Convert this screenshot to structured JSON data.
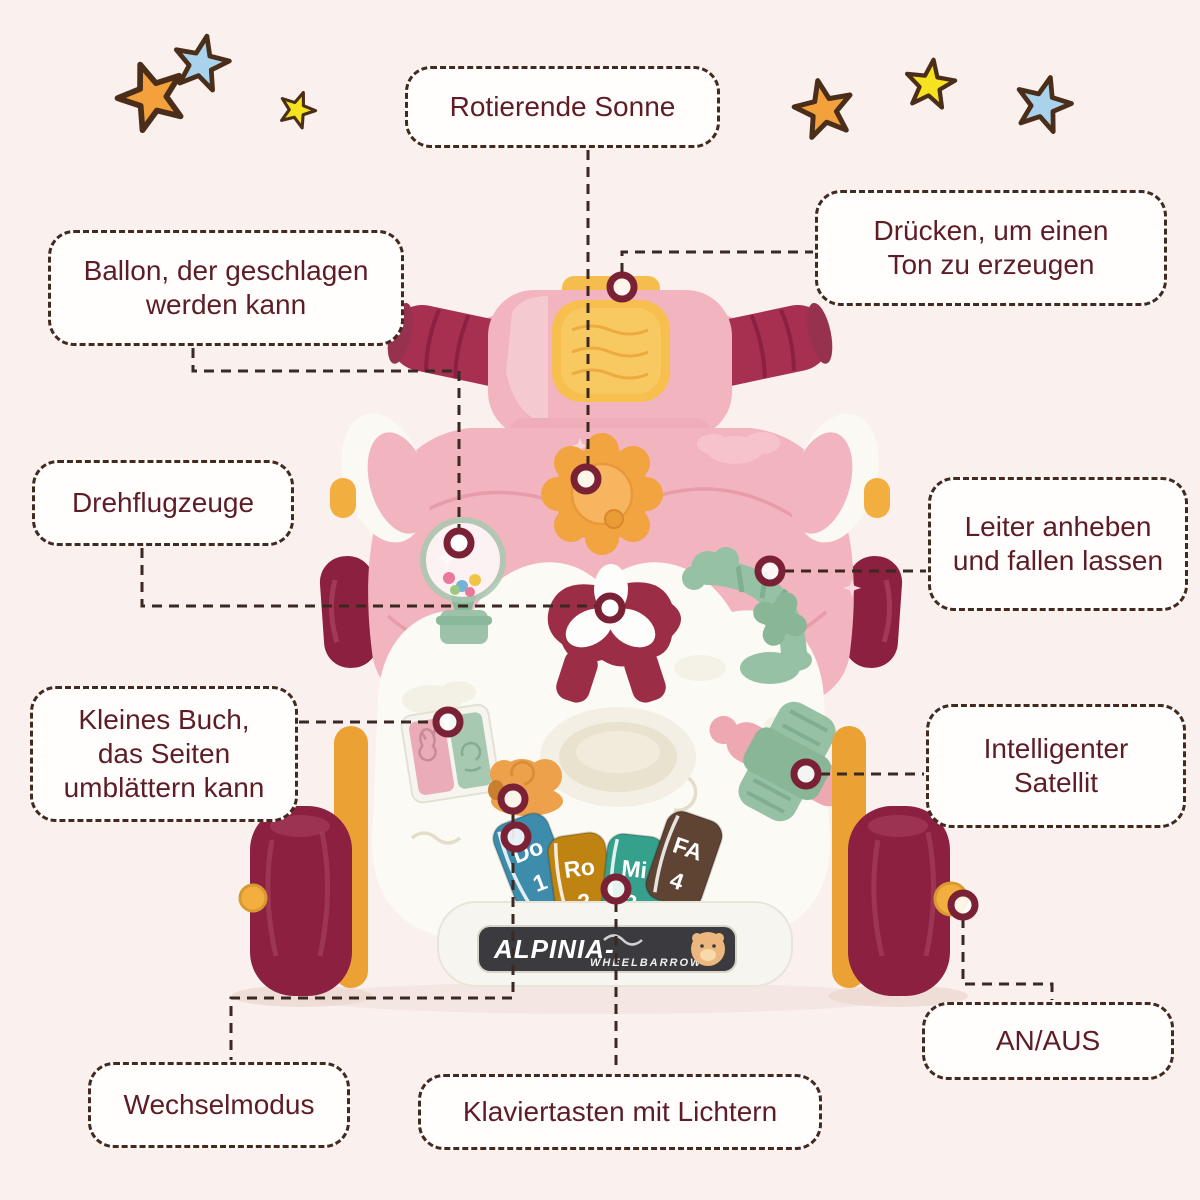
{
  "colors": {
    "background": "#faf1ee",
    "label_border": "#44291f",
    "label_text": "#5e1d26",
    "connector": "#3a2822",
    "ring": "#7b2136",
    "body_pink": "#f2b4be",
    "accent_maroon": "#9c2d47",
    "accent_yellow": "#f6bf4e",
    "accent_orange": "#f2a441",
    "accent_sage": "#97c1a4",
    "wheel_maroon": "#8c2040",
    "wheel_yellow": "#eca135"
  },
  "callouts": [
    {
      "id": "rotating-sun",
      "text": "Rotierende Sonne"
    },
    {
      "id": "press-tone",
      "text": "Drücken, um einen\nTon zu erzeugen"
    },
    {
      "id": "balloon",
      "text": "Ballon, der geschlagen\nwerden kann"
    },
    {
      "id": "rotor-planes",
      "text": "Drehflugzeuge"
    },
    {
      "id": "ladder",
      "text": "Leiter anheben\nund fallen lassen"
    },
    {
      "id": "small-book",
      "text": "Kleines Buch,\ndas Seiten\numblättern kann"
    },
    {
      "id": "satellite",
      "text": "Intelligenter\nSatellit"
    },
    {
      "id": "power",
      "text": "AN/AUS"
    },
    {
      "id": "mode",
      "text": "Wechselmodus"
    },
    {
      "id": "piano",
      "text": "Klaviertasten mit Lichtern"
    }
  ],
  "toy": {
    "brand": "ALPINIA-",
    "brand_sub": "WHEELBARROW",
    "piano_keys": [
      {
        "note": "Do",
        "num": "1",
        "color": "#3e8cab"
      },
      {
        "note": "Ro",
        "num": "2",
        "color": "#bf8312"
      },
      {
        "note": "Mi",
        "num": "3",
        "color": "#35a18c"
      },
      {
        "note": "FA",
        "num": "4",
        "color": "#5f4434"
      }
    ]
  },
  "decorations": {
    "stars": [
      {
        "name": "star-orange-left",
        "color": "#f2a13d"
      },
      {
        "name": "star-blue-left",
        "color": "#a9d3ec"
      },
      {
        "name": "star-yellow-left",
        "color": "#f6e31f"
      },
      {
        "name": "star-orange-right",
        "color": "#f2a13d"
      },
      {
        "name": "star-yellow-right",
        "color": "#f6e31f"
      },
      {
        "name": "star-blue-right",
        "color": "#a9d3ec"
      }
    ]
  }
}
